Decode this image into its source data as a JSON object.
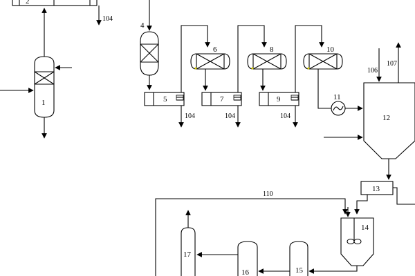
{
  "equipment": {
    "e1": "1",
    "e2": "2",
    "e4": "4",
    "e5": "5",
    "e6": "6",
    "e7": "7",
    "e8": "8",
    "e9": "9",
    "e10": "10",
    "e11": "11",
    "e12": "12",
    "e13": "13",
    "e14": "14",
    "e15": "15",
    "e16": "16",
    "e17": "17"
  },
  "streams": {
    "s104": "104",
    "s106": "106",
    "s107": "107",
    "s110": "110"
  },
  "colors": {
    "line": "#000000",
    "background": "#ffffff",
    "accent_mark": "#d8d000"
  }
}
